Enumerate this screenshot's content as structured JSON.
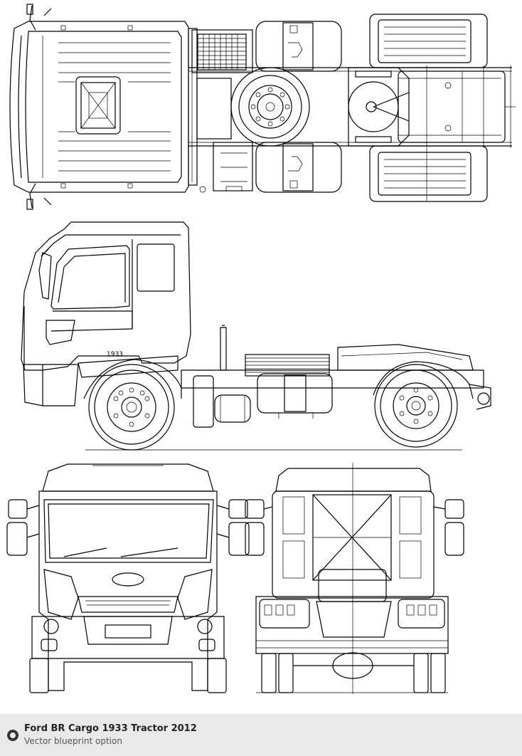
{
  "footer": {
    "title": "Ford BR Cargo 1933 Tractor 2012",
    "subtitle": "Vector blueprint option",
    "badge_icon": "circle-bullet-icon",
    "background": "#e9e9e9"
  },
  "blueprint": {
    "views": [
      "top-view",
      "side-view",
      "front-view",
      "rear-view"
    ],
    "line_color": "#000000",
    "background": "#ffffff",
    "door_badge_text": "1933"
  }
}
